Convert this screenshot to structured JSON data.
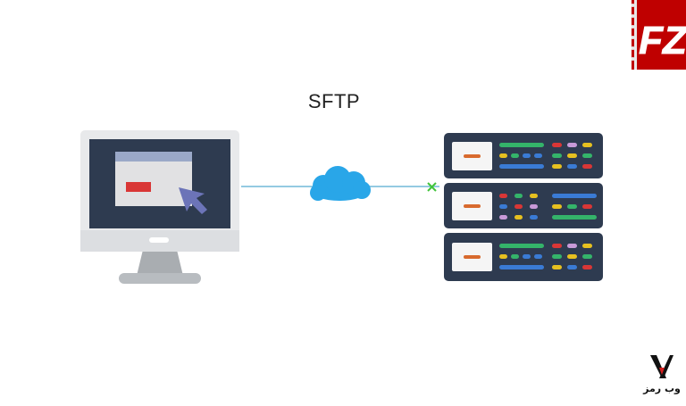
{
  "diagram": {
    "protocol_label": "SFTP"
  },
  "logos": {
    "top_right": {
      "icon": "filezilla-logo-icon",
      "text": "FZ",
      "colors": {
        "background": "#bf0000",
        "stripe": "#e8e8e8",
        "text": "#ffffff"
      }
    },
    "bottom_right": {
      "icon": "webramz-logo-icon",
      "text": "وب رمز",
      "colors": {
        "mark": "#111111",
        "accent": "#d61f1f"
      }
    }
  },
  "colors": {
    "monitor_frame": "#e8e9eb",
    "monitor_screen": "#2e3b50",
    "monitor_stand": "#a9adb1",
    "window": "#e1e1e3",
    "window_titlebar": "#9aa8c8",
    "window_button": "#d93636",
    "cursor": "#6c74b8",
    "line": "#71b9d8",
    "cloud": "#29a6e8",
    "server_rack": "#2e3b50",
    "server_panel": "#f5f5f5",
    "server_led": "#d86a2e",
    "status_x": "#43c43c"
  }
}
